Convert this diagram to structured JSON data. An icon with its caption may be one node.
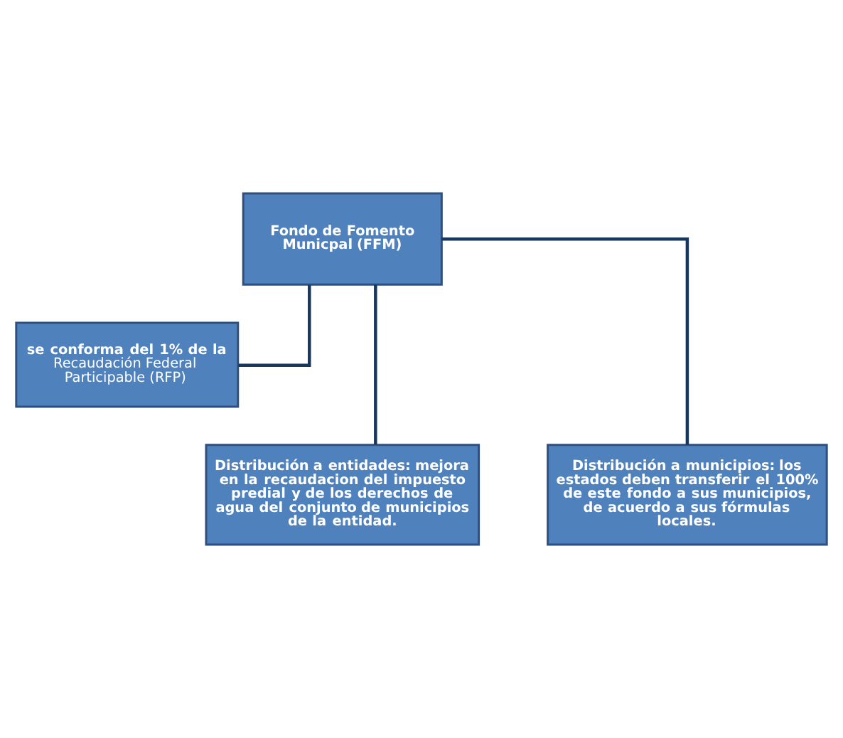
{
  "diagram": {
    "nodes": [
      {
        "text": [
          "Fondo de Fomento Municpal (FFM)"
        ]
      },
      {
        "text": [
          "**se conforma del 1% de la** Recaudación Federal Participable (RFP)"
        ]
      },
      {
        "text": [
          "Distribución a entidades: mejora en la recaudacion del impuesto predial y de los derechos de agua del conjunto de municipios de la entidad."
        ]
      },
      {
        "text": [
          "Distribución a municipios: los estados deben transferir el 100% de este fondo a sus municipios, de acuerdo a sus fórmulas locales."
        ]
      }
    ],
    "edges": [
      {
        "from": 0,
        "to": 1,
        "arrow": "none"
      },
      {
        "from": 0,
        "to": 2,
        "arrow": "none"
      },
      {
        "from": 0,
        "to": 3,
        "arrow": "none"
      }
    ]
  }
}
